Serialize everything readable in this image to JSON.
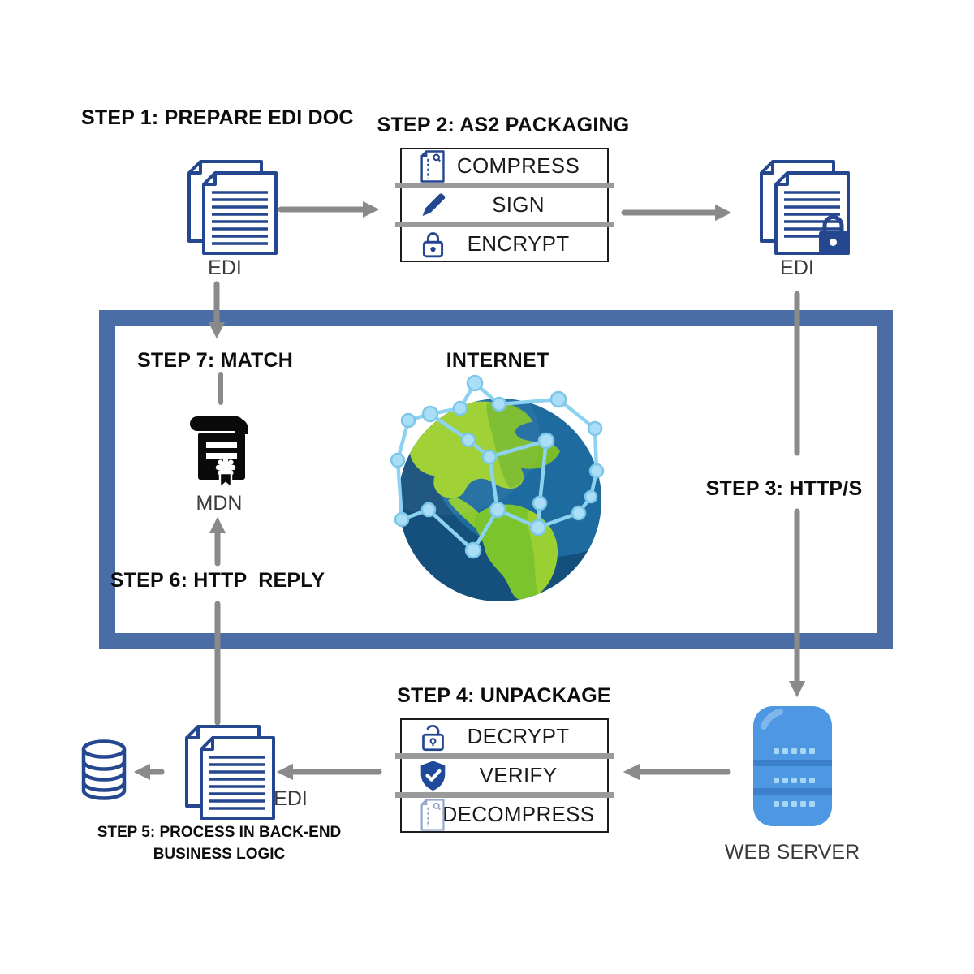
{
  "steps": {
    "step1": {
      "title": "STEP 1: PREPARE EDI DOC",
      "doc_label": "EDI"
    },
    "step2": {
      "title": "STEP 2: AS2 PACKAGING",
      "rows": [
        {
          "icon": "zip-file-icon",
          "label": "COMPRESS"
        },
        {
          "icon": "pen-icon",
          "label": "SIGN"
        },
        {
          "icon": "lock-icon",
          "label": "ENCRYPT"
        }
      ],
      "doc_label": "EDI"
    },
    "step3": {
      "title": "STEP 3: HTTP/S"
    },
    "step4": {
      "title": "STEP 4: UNPACKAGE",
      "rows": [
        {
          "icon": "unlock-icon",
          "label": "DECRYPT"
        },
        {
          "icon": "shield-check-icon",
          "label": "VERIFY"
        },
        {
          "icon": "zip-file-light-icon",
          "label": "DECOMPRESS"
        }
      ],
      "doc_label": "EDI"
    },
    "step5": {
      "title_line1": "STEP 5: PROCESS IN BACK-END",
      "title_line2": "BUSINESS LOGIC"
    },
    "step6": {
      "title": "STEP 6: HTTP  REPLY"
    },
    "step7": {
      "title": "STEP 7: MATCH",
      "mdn_label": "MDN"
    }
  },
  "internet": {
    "label": "INTERNET"
  },
  "web_server": {
    "label": "WEB SERVER"
  },
  "colors": {
    "document_blue": "#24478f",
    "boundary_blue": "#4b6da6",
    "arrow_gray": "#8a8a8a",
    "server_blue": "#4e97e3",
    "globe_ocean": "#1e6ba0",
    "globe_land_green": "#8cc92f",
    "network_light_blue": "#8ed2f2"
  }
}
